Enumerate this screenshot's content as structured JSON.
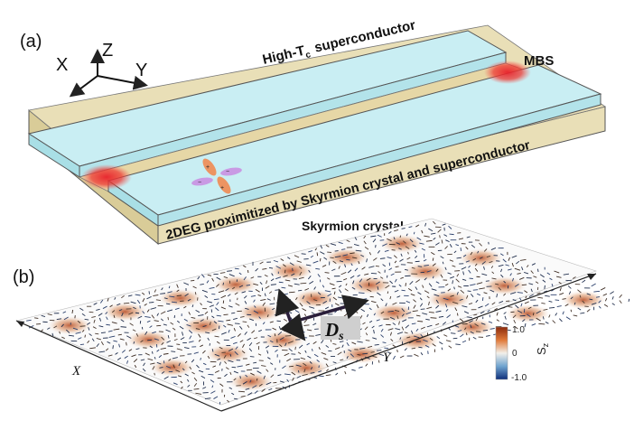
{
  "panel_a": {
    "label": "(a)",
    "axes": {
      "x": "X",
      "y": "Y",
      "z": "Z"
    },
    "top_label_main": "High-T",
    "top_label_sub": "c",
    "top_label_rest": "superconductor",
    "mbs_label": "MBS",
    "side_label": "2DEG proximitized by Skyrmion crystal and superconductor",
    "orbital_signs": [
      "+",
      "−",
      "+",
      "−"
    ]
  },
  "panel_b": {
    "label": "(b)",
    "title": "Skyrmion crystal",
    "axis_x": "X",
    "axis_y": "Y",
    "vector_label_main": "D",
    "vector_label_sub": "s",
    "colorbar": {
      "label": "S",
      "label_sub": "z",
      "ticks": [
        "1.0",
        "0",
        "-1.0"
      ],
      "colors": {
        "top": "#8b2a0c",
        "upper": "#e07a3a",
        "mid": "#f2f0ea",
        "lower": "#6fa3cf",
        "bottom": "#0f2f7a"
      }
    }
  },
  "colors": {
    "slab_top": "#c9eef3",
    "slab_edge": "#9ed5dc",
    "base": "#e9dfb7",
    "base_dark": "#d9cc98",
    "mbs": "#e8302a",
    "orbital_orange": "#f08a52",
    "orbital_purple": "#c98be0"
  }
}
